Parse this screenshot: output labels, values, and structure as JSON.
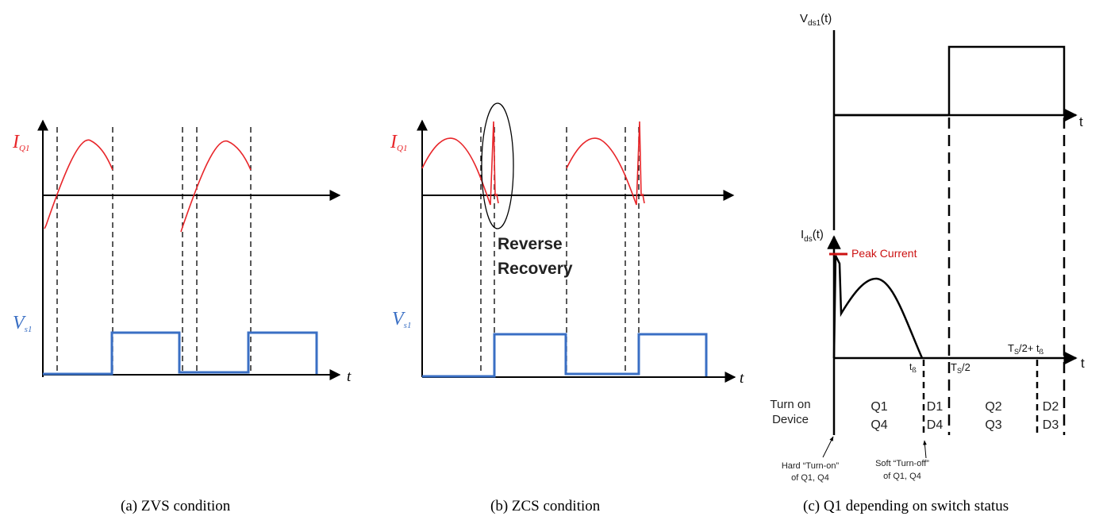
{
  "panels": {
    "a": {
      "caption": "(a)  ZVS  condition",
      "current_label": "I",
      "current_sub": "Q1",
      "voltage_label": "V",
      "voltage_sub": "s1",
      "time_label": "t"
    },
    "b": {
      "caption": "(b)  ZCS  condition",
      "current_label": "I",
      "current_sub": "Q1",
      "voltage_label": "V",
      "voltage_sub": "s1",
      "time_label": "t",
      "annotation_line1": "Reverse",
      "annotation_line2": "Recovery"
    },
    "c": {
      "caption": "(c)  Q1  depending  on  switch  status",
      "vds_label": "V",
      "vds_sub": "ds1",
      "vds_suffix": "(t)",
      "ids_label": "I",
      "ids_sub": "ds",
      "ids_suffix": "(t)",
      "time_label_top": "t",
      "time_label_bottom": "t",
      "peak_current": "Peak Current",
      "t_beta": "t",
      "t_beta_sub": "ß",
      "ts_half": "T",
      "ts_half_sub": "S",
      "ts_half_suffix": "/2",
      "ts_half_plus_prefix": "T",
      "ts_half_plus_sub": "S",
      "ts_half_plus_mid": "/2+ t",
      "ts_half_plus_sub2": "ß",
      "turn_on_line1": "Turn on",
      "turn_on_line2": "Device",
      "q1": "Q1",
      "q4": "Q4",
      "d1": "D1",
      "d4": "D4",
      "q2": "Q2",
      "q3": "Q3",
      "d2": "D2",
      "d3": "D3",
      "hard_line1": "Hard “Turn-on”",
      "hard_line2": "of Q1, Q4",
      "soft_line1": "Soft “Turn-off”",
      "soft_line2": "of Q1, Q4"
    }
  },
  "colors": {
    "current": "#e8262a",
    "voltage": "#3a6fc4",
    "axis": "#000000",
    "peak": "#cc1111"
  }
}
